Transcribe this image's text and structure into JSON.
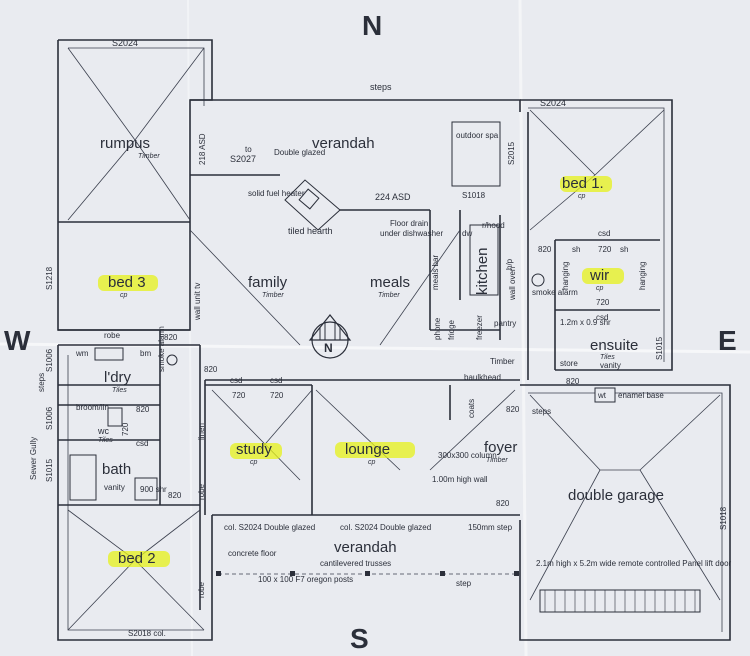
{
  "compass": {
    "north": "N",
    "south": "S",
    "east": "E",
    "west": "W",
    "north_arrow": "N"
  },
  "rooms": {
    "rumpus": "rumpus",
    "verandah_top": "verandah",
    "bed1": "bed 1.",
    "bed3": "bed 3",
    "family": "family",
    "meals": "meals",
    "kitchen": "kitchen",
    "wir": "wir",
    "ensuite": "ensuite",
    "ldry": "l'dry",
    "study": "study",
    "lounge": "lounge",
    "foyer": "foyer",
    "bath": "bath",
    "bed2": "bed 2",
    "double_garage": "double garage",
    "verandah_bottom": "verandah",
    "wc": "wc"
  },
  "finishes": {
    "rumpus": "Timber",
    "bed1": "cp",
    "bed3": "cp",
    "family": "Timber",
    "meals": "Timber",
    "wir": "cp",
    "ensuite": "Tiles",
    "ldry": "Tiles",
    "study": "cp",
    "lounge": "cp",
    "foyer": "Timber",
    "wc": "Tiles",
    "baulkhead": "Timber",
    "sewer": "Sewer Gully"
  },
  "labels": {
    "top_window": "S2024",
    "steps_top": "steps",
    "s2024_right": "S2024",
    "asd218": "218 ASD",
    "s2027": "S2027",
    "double_glazed": "Double glazed",
    "to": "to",
    "outdoor_spa": "outdoor spa",
    "s2015": "S2015",
    "s1018_spa": "S1018",
    "solid_fuel_heater": "solid fuel heater",
    "asd224": "224 ASD",
    "tiled_hearth": "tiled hearth",
    "floor_drain": "Floor drain",
    "under_dishwasher": "under dishwasher",
    "dw": "dw",
    "wall_oven": "wall oven",
    "rhood": "r/hood",
    "hp": "h/p",
    "meals_bar": "meals bar",
    "csd": "csd",
    "d720": "720",
    "d820": "820",
    "sh": "sh",
    "hanging": "hanging",
    "smoke_alarm": "smoke alarm",
    "s1218": "S1218",
    "wall_unit_tv": "wall unit tv",
    "robe": "robe",
    "phone": "phone",
    "fridge": "fridge",
    "freezer": "freezer",
    "pantry": "pantry",
    "shr": "1.2m x 0.9 shr",
    "store": "store",
    "vanity": "vanity",
    "wt": "wt",
    "enamel_base": "enamel base",
    "s1015": "S1015",
    "s1006a": "S1006",
    "s1006b": "S1006",
    "s1015_left": "S1015",
    "wm": "wm",
    "bm": "bm",
    "steps_left": "steps",
    "broom_lin": "broom/lin",
    "linen": "linen",
    "coats": "coats",
    "steps_garage": "steps",
    "column": "300x300 column",
    "high_wall": "1.00m high wall",
    "step_150": "150mm step",
    "shr900": "900 shr",
    "col_s2024a": "col. S2024 Double glazed",
    "col_s2024b": "col. S2024 Double glazed",
    "concrete_floor": "concrete floor",
    "cantilevered": "cantilevered trusses",
    "posts": "100 x 100 F7 oregon posts",
    "step": "step",
    "garage_door": "2.1m high x 5.2m wide remote controlled Panel lift door",
    "s1018_garage": "S1018",
    "s2018": "S2018 col.",
    "baulkhead": "baulkhead"
  }
}
